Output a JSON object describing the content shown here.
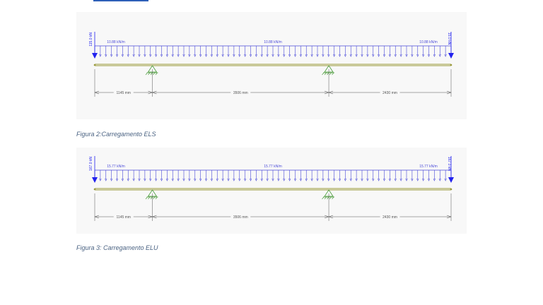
{
  "figures": [
    {
      "caption": "Figura 2:Carregamento ELS",
      "left_reaction": "115.0 kN",
      "right_reaction": "15.0 kN",
      "load_labels": [
        "10.88 kN/m",
        "10.88 kN/m",
        "10.88 kN/m"
      ],
      "span_labels": [
        "1145 mm",
        "3506 mm",
        "2430 mm"
      ]
    },
    {
      "caption": "Figura 3: Carregamento ELU",
      "left_reaction": "167.0 kN",
      "right_reaction": "167.0 kN",
      "load_labels": [
        "15.77 kN/m",
        "15.77 kN/m",
        "15.77 kN/m"
      ],
      "span_labels": [
        "1145 mm",
        "3506 mm",
        "2430 mm"
      ]
    }
  ],
  "spans_mm": [
    1145,
    3506,
    2430
  ],
  "colors": {
    "load": "#4b4bd9",
    "reaction": "#2222ee",
    "beam": "#9a9a3a",
    "support": "#4a9a3a",
    "dimension": "#555555",
    "caption": "#4a6282",
    "link": "#2d5fb8"
  }
}
